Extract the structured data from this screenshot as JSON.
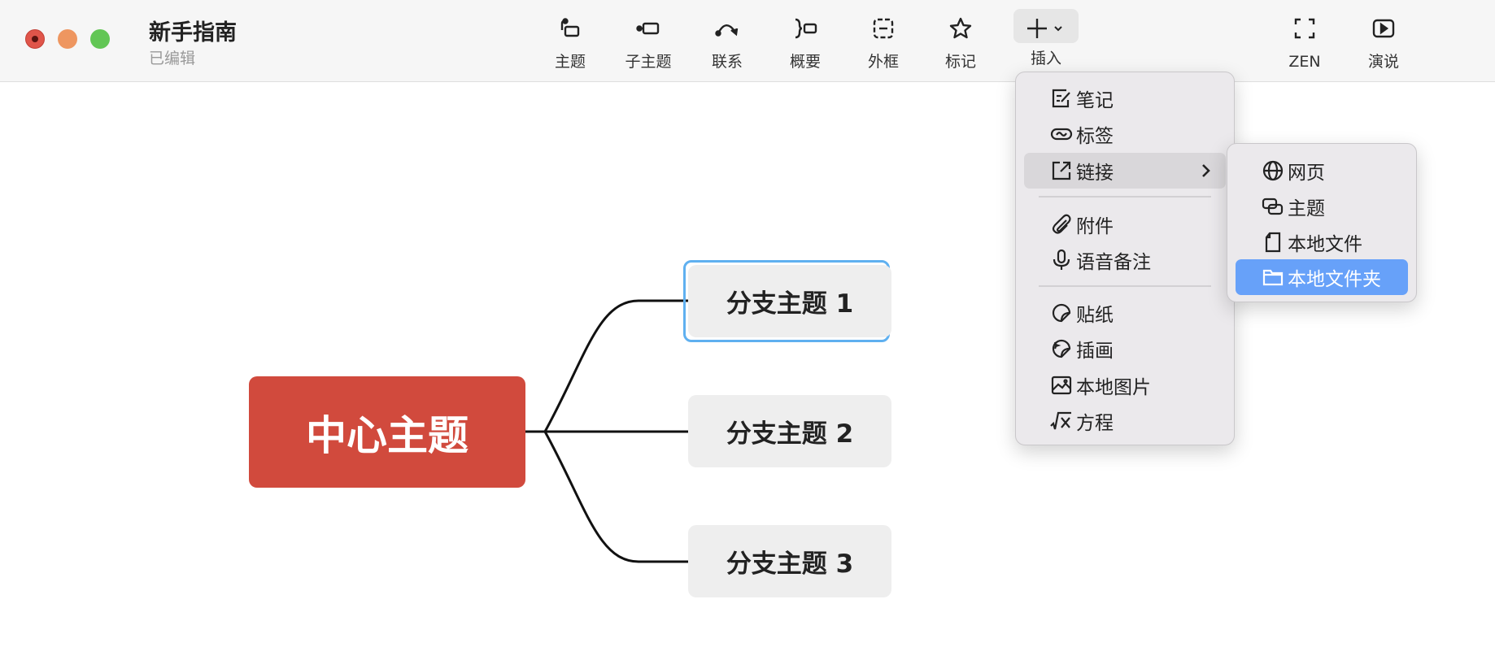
{
  "window": {
    "title": "新手指南",
    "status": "已编辑",
    "traffic_lights": {
      "close": "#e0554a",
      "minimize": "#ee9660",
      "zoom": "#62c655"
    }
  },
  "toolbar": {
    "items": [
      {
        "label": "主题",
        "icon": "topic-icon"
      },
      {
        "label": "子主题",
        "icon": "subtopic-icon"
      },
      {
        "label": "联系",
        "icon": "relationship-icon"
      },
      {
        "label": "概要",
        "icon": "summary-icon"
      },
      {
        "label": "外框",
        "icon": "boundary-icon"
      },
      {
        "label": "标记",
        "icon": "star-icon"
      },
      {
        "label": "插入",
        "icon": "plus-icon"
      },
      {
        "label": "ZEN",
        "icon": "zen-icon"
      },
      {
        "label": "演说",
        "icon": "play-icon"
      }
    ]
  },
  "insert_menu": {
    "items": [
      {
        "label": "笔记",
        "icon": "note-icon"
      },
      {
        "label": "标签",
        "icon": "label-icon"
      },
      {
        "label": "链接",
        "icon": "link-icon",
        "highlighted": true,
        "has_submenu": true
      },
      {
        "label": "附件",
        "icon": "attachment-icon"
      },
      {
        "label": "语音备注",
        "icon": "microphone-icon"
      },
      {
        "label": "贴纸",
        "icon": "sticker-icon"
      },
      {
        "label": "插画",
        "icon": "illustration-icon"
      },
      {
        "label": "本地图片",
        "icon": "image-icon"
      },
      {
        "label": "方程",
        "icon": "equation-icon"
      }
    ]
  },
  "link_submenu": {
    "items": [
      {
        "label": "网页",
        "icon": "globe-icon"
      },
      {
        "label": "主题",
        "icon": "topic-link-icon"
      },
      {
        "label": "本地文件",
        "icon": "file-icon"
      },
      {
        "label": "本地文件夹",
        "icon": "folder-icon",
        "selected": true
      }
    ],
    "selected_color": "#67a1f9"
  },
  "mindmap": {
    "central": {
      "label": "中心主题",
      "color": "#d14a3d"
    },
    "branches": [
      {
        "label": "分支主题 1",
        "selected": true
      },
      {
        "label": "分支主题 2"
      },
      {
        "label": "分支主题 3"
      }
    ],
    "selection_color": "#5fb0f0"
  }
}
